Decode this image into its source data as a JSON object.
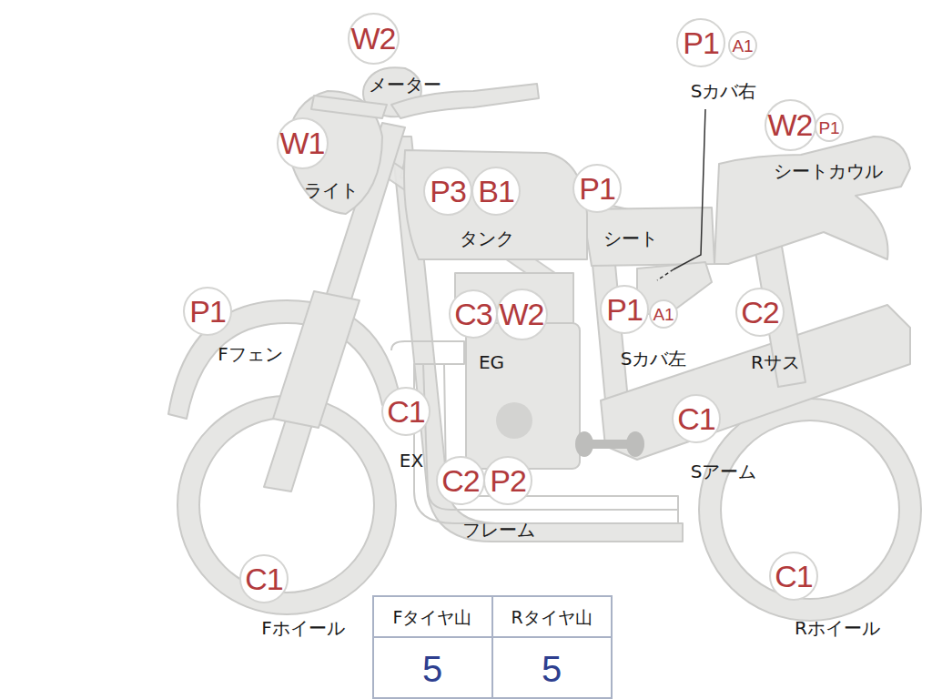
{
  "diagram": {
    "nodes": [
      {
        "text": [
          "W2"
        ]
      },
      {
        "text": [
          "P1"
        ]
      },
      {
        "text": [
          "A1"
        ]
      },
      {
        "text": [
          "W2"
        ]
      },
      {
        "text": [
          "P1"
        ]
      },
      {
        "text": [
          "W1"
        ]
      },
      {
        "text": [
          "P3"
        ]
      },
      {
        "text": [
          "B1"
        ]
      },
      {
        "text": [
          "P1"
        ]
      },
      {
        "text": [
          "P1"
        ]
      },
      {
        "text": [
          "C3"
        ]
      },
      {
        "text": [
          "W2"
        ]
      },
      {
        "text": [
          "P1"
        ]
      },
      {
        "text": [
          "A1"
        ]
      },
      {
        "text": [
          "C2"
        ]
      },
      {
        "text": [
          "C1"
        ]
      },
      {
        "text": [
          "C1"
        ]
      },
      {
        "text": [
          "C2"
        ]
      },
      {
        "text": [
          "P2"
        ]
      },
      {
        "text": [
          "C1"
        ]
      },
      {
        "text": [
          "C1"
        ]
      }
    ],
    "labels": [
      "メーター",
      "Sカバ右",
      "シートカウル",
      "ライト",
      "タンク",
      "シート",
      "Fフェン",
      "EG",
      "Sカバ左",
      "Rサス",
      "EX",
      "Sアーム",
      "フレーム",
      "Fホイール",
      "Rホイール",
      "Fタイヤ山",
      "Rタイヤ山",
      "5",
      "5"
    ]
  }
}
